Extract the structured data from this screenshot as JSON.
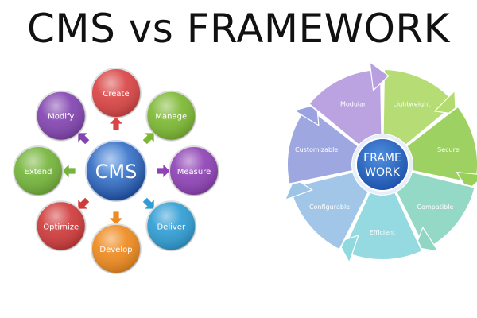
{
  "title": "CMS vs FRAMEWORK",
  "cms_diagram": {
    "center_label": "CMS",
    "nodes": [
      {
        "label": "Create",
        "color": "#d94444"
      },
      {
        "label": "Manage",
        "color": "#7cb832"
      },
      {
        "label": "Measure",
        "color": "#8e42b5"
      },
      {
        "label": "Deliver",
        "color": "#2f9dd3"
      },
      {
        "label": "Develop",
        "color": "#ee8a1f"
      },
      {
        "label": "Optimize",
        "color": "#cf3a3a"
      },
      {
        "label": "Extend",
        "color": "#74b43a"
      },
      {
        "label": "Modify",
        "color": "#8244b0"
      }
    ]
  },
  "framework_diagram": {
    "center_label_line1": "FRAME",
    "center_label_line2": "WORK",
    "segments": [
      {
        "label": "Lightweight",
        "color": "#b3dc6e"
      },
      {
        "label": "Secure",
        "color": "#98d05a"
      },
      {
        "label": "Compatible",
        "color": "#8fd6c3"
      },
      {
        "label": "Efficient",
        "color": "#8fd9df"
      },
      {
        "label": "Configurable",
        "color": "#9cc4e6"
      },
      {
        "label": "Customizable",
        "color": "#9aa3df"
      },
      {
        "label": "Modular",
        "color": "#b89fe0"
      }
    ]
  }
}
